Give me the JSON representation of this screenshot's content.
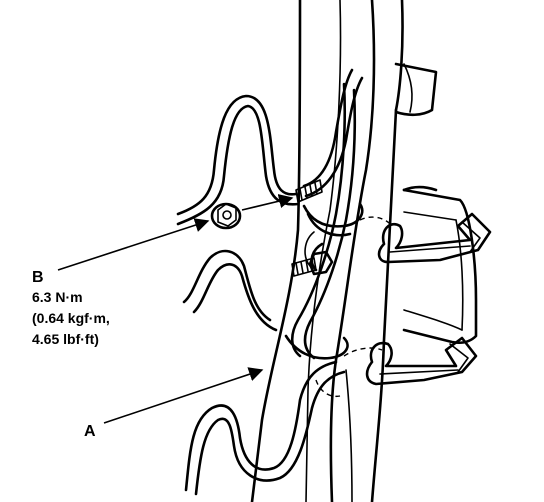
{
  "callouts": {
    "b": {
      "letter": "B",
      "torque_nm": "6.3 N·m",
      "torque_kgfm": "(0.64 kgf·m,",
      "torque_lbfft": "4.65 lbf·ft)"
    },
    "a": {
      "letter": "A"
    }
  }
}
